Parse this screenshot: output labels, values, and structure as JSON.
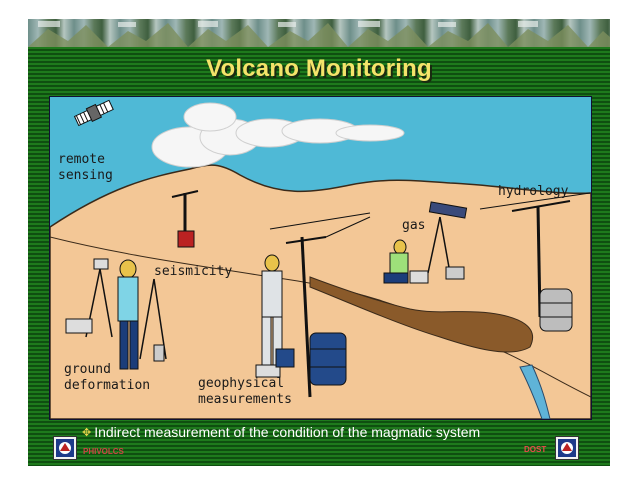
{
  "slide": {
    "title": "Volcano Monitoring",
    "bullet": "Indirect measurement of the condition of the magmatic system"
  },
  "illustration": {
    "labels": {
      "remote_sensing_1": "remote",
      "remote_sensing_2": "sensing",
      "hydrology": "hydrology",
      "gas": "gas",
      "seismicity": "seismicity",
      "ground_deformation_1": "ground",
      "ground_deformation_2": "deformation",
      "geophysical_1": "geophysical",
      "geophysical_2": "measurements"
    }
  },
  "footer": {
    "left_text": "PHIVOLCS",
    "right_text": "DOST"
  },
  "colors": {
    "title": "#f4e46a",
    "sky": "#4fb9d6",
    "ground": "#f3c796",
    "background_green": "#1e7a1c"
  },
  "icons": {
    "bullet": "plume-bullet-icon",
    "left_logo": "phivolcs-logo-icon",
    "right_logo": "dost-logo-icon"
  }
}
